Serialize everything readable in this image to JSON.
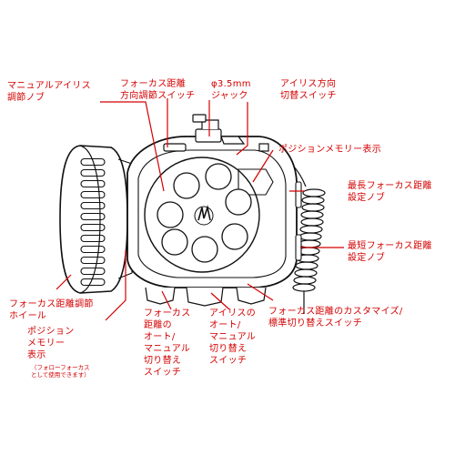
{
  "colors": {
    "label": "#d40000",
    "leader": "#d40000",
    "outline": "#111111",
    "body": "#ffffff"
  },
  "labels": {
    "iris_knob": "マニュアルアイリス\n調節ノブ",
    "focus_dir_switch": "フォーカス距離\n方向調節スイッチ",
    "jack": "φ3.5mm\nジャック",
    "iris_dir_switch": "アイリス方向\n切替スイッチ",
    "position_memory": "ポジションメモリー表示",
    "longest_focus_knob": "最長フォーカス距離\n設定ノブ",
    "shortest_focus_knob": "最短フォーカス距離\n設定ノブ",
    "focus_wheel": "フォーカス距離調節\nホイール",
    "position_memory_follow": "ポジション\nメモリー\n表示",
    "follow_focus_note": "（フォローフォーカス\nとして使用できます）",
    "focus_auto_manual": "フォーカス\n距離の\nオート/\nマニュアル\n切り替え\nスイッチ",
    "iris_auto_manual": "アイリスの\nオート/\nマニュアル\n切り替え\nスイッチ",
    "focus_customize": "フォーカス距離のカスタマイズ/\n標準切り替えスイッチ"
  }
}
